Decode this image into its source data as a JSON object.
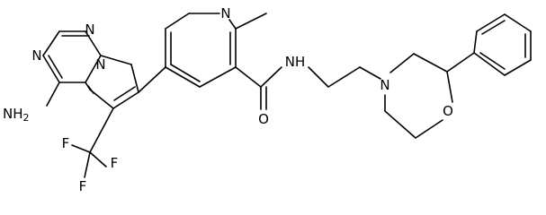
{
  "molecule": {
    "atom_labels": {
      "pyrazine_n1": "N",
      "triazine_n3": "N",
      "triazine_n4": "N",
      "amine": "NH2",
      "fluorine_1": "F",
      "fluorine_2": "F",
      "fluorine_3": "F",
      "pyridine_n": "N",
      "amide_o": "O",
      "amide_nh": "NH",
      "morpholine_n": "N",
      "morpholine_o": "O"
    },
    "colors": {
      "bond": "#000000",
      "label": "#000000",
      "background": "#ffffff"
    }
  }
}
